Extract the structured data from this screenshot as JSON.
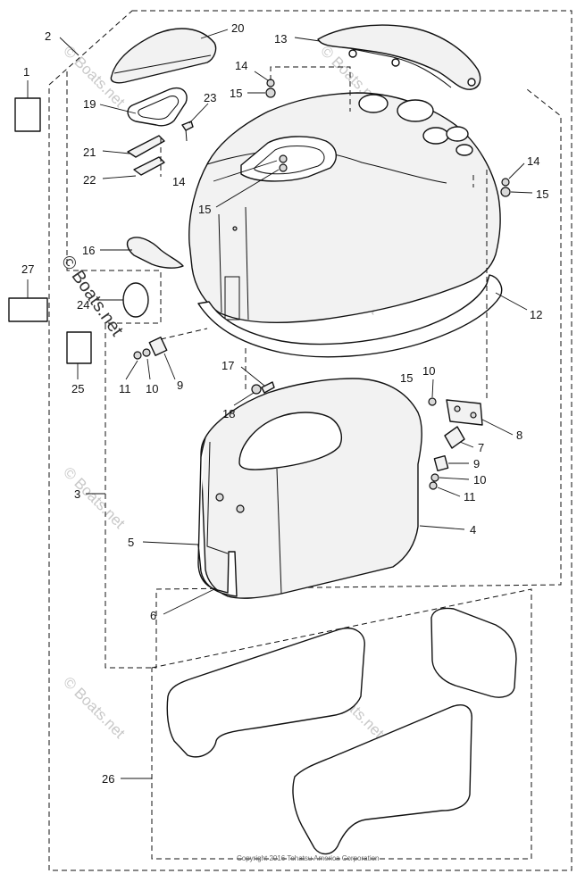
{
  "callouts": [
    "1",
    "2",
    "3",
    "4",
    "5",
    "6",
    "7",
    "8",
    "9",
    "10",
    "11",
    "12",
    "13",
    "14",
    "15",
    "16",
    "17",
    "18",
    "19",
    "20",
    "21",
    "22",
    "23",
    "24",
    "25",
    "26",
    "27"
  ],
  "watermark": {
    "text": "© Boats.net",
    "repeated": "© Boats.net"
  },
  "copyright": "Copyright 2016 Tohatsu America Corporation"
}
